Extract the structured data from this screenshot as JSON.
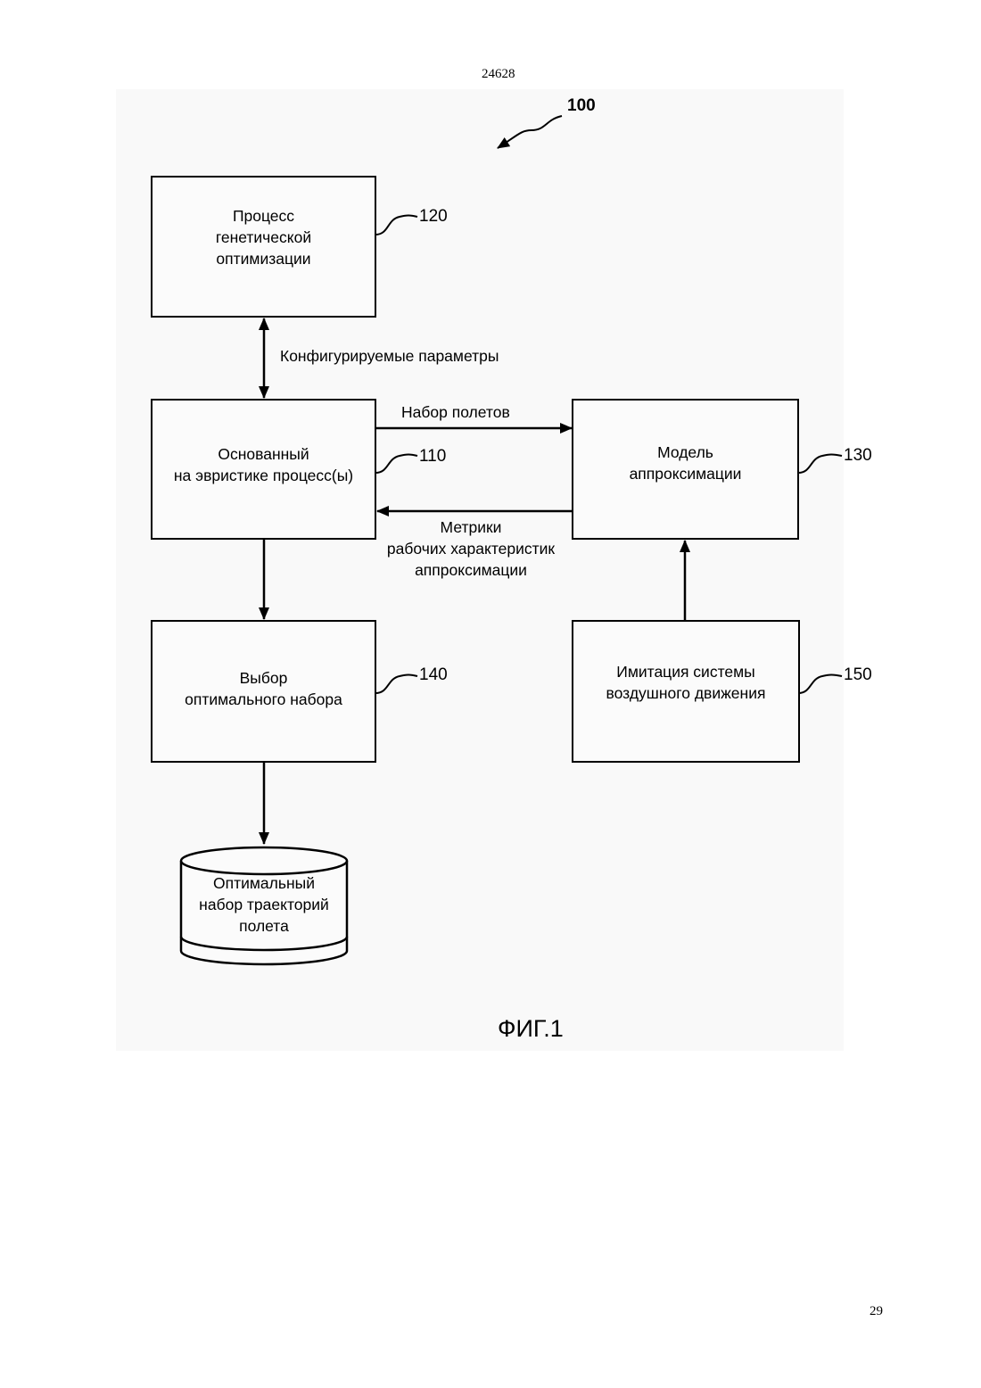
{
  "page": {
    "doc_number": "24628",
    "page_number": "29"
  },
  "figure": {
    "ref_main": "100",
    "caption": "ФИГ.1",
    "boxes": {
      "genetic": {
        "text": "Процесс\nгенетической\nоптимизации",
        "ref": "120"
      },
      "heuristic": {
        "text": "Основанный\nна эвристике процесс(ы)",
        "ref": "110"
      },
      "approx_model": {
        "text": "Модель\nаппроксимации",
        "ref": "130"
      },
      "optimal_select": {
        "text": "Выбор\nоптимального набора",
        "ref": "140"
      },
      "atc_sim": {
        "text": "Имитация системы\nвоздушного движения",
        "ref": "150"
      }
    },
    "database": {
      "text": "Оптимальный\nнабор траекторий\nполета"
    },
    "edge_labels": {
      "configurable_params": "Конфигурируемые параметры",
      "flight_set": "Набор полетов",
      "metrics": "Метрики\nрабочих характеристик\nаппроксимации"
    }
  }
}
